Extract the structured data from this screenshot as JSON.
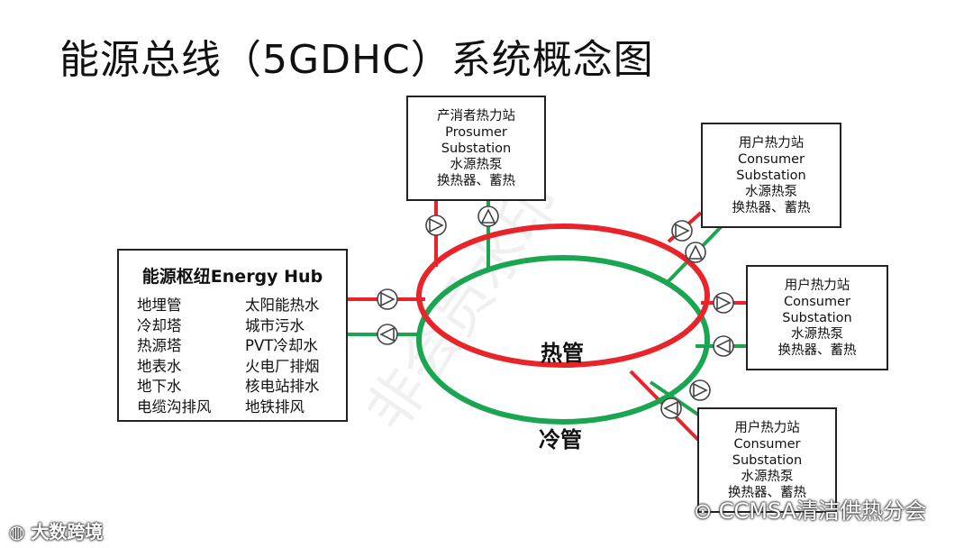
{
  "title": "能源总线（5GDHC）系统概念图",
  "hub": {
    "title": "能源枢纽Energy Hub",
    "left_sources": [
      "地埋管",
      "冷却塔",
      "热源塔",
      "地表水",
      "地下水",
      "电缆沟排风"
    ],
    "right_sources": [
      "太阳能热水",
      "城市污水",
      "PVT冷却水",
      "火电厂排烟",
      "核电站排水",
      "地铁排风"
    ]
  },
  "stations": {
    "prosumer": [
      "产消者热力站",
      "Prosumer",
      "Substation",
      "水源热泵",
      "换热器、蓄热"
    ],
    "consumer1": [
      "用户热力站",
      "Consumer",
      "Substation",
      "水源热泵",
      "换热器、蓄热"
    ],
    "consumer2": [
      "用户热力站",
      "Consumer",
      "Substation",
      "水源热泵",
      "换热器、蓄热"
    ],
    "consumer3": [
      "用户热力站",
      "Consumer",
      "Substation",
      "水源热泵",
      "换热器、蓄热"
    ]
  },
  "loops": {
    "hot_label": "热管",
    "cold_label": "冷管",
    "hot_color": "#e8232a",
    "cold_color": "#1aa651"
  },
  "watermark": "非会员水印",
  "footer": {
    "left_brand": "大数跨境",
    "right_brand": "CCMSA清洁供热分会"
  }
}
